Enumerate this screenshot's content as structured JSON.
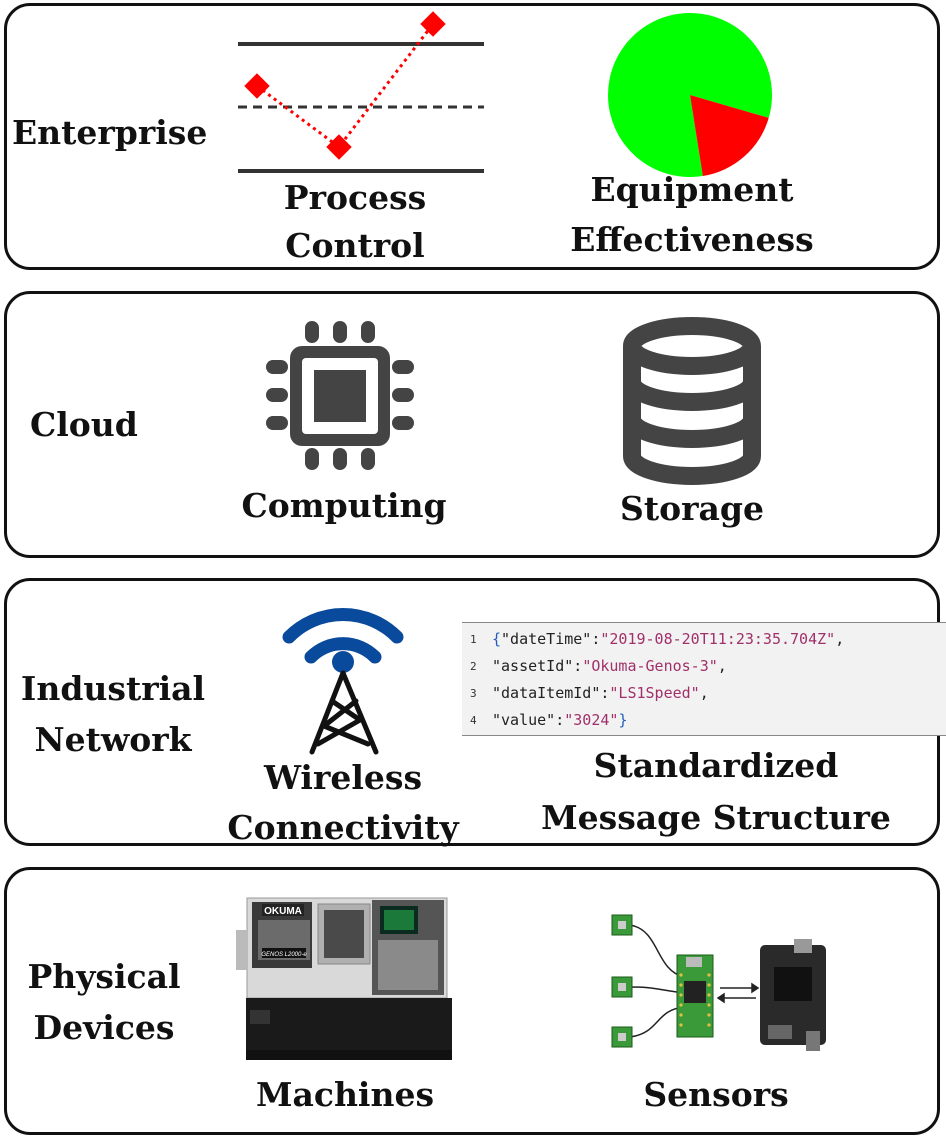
{
  "layers": [
    {
      "label_lines": [
        "Enterprise"
      ],
      "items": [
        {
          "label_lines": [
            "Process",
            "Control"
          ]
        },
        {
          "label_lines": [
            "Equipment",
            "Effectiveness"
          ]
        }
      ]
    },
    {
      "label_lines": [
        "Cloud"
      ],
      "items": [
        {
          "label_lines": [
            "Computing"
          ]
        },
        {
          "label_lines": [
            "Storage"
          ]
        }
      ]
    },
    {
      "label_lines": [
        "Industrial",
        "Network"
      ],
      "items": [
        {
          "label_lines": [
            "Wireless",
            "Connectivity"
          ]
        },
        {
          "label_lines": [
            "Standardized",
            "Message Structure"
          ]
        }
      ]
    },
    {
      "label_lines": [
        "Physical",
        "Devices"
      ],
      "items": [
        {
          "label_lines": [
            "Machines"
          ]
        },
        {
          "label_lines": [
            "Sensors"
          ]
        }
      ]
    }
  ],
  "equipment_effectiveness_pie": [
    {
      "fraction": 0.82,
      "color": "#00ff00"
    },
    {
      "fraction": 0.18,
      "color": "#ff0000"
    }
  ],
  "message_code": {
    "lines": [
      {
        "num": "1",
        "segments": [
          {
            "text": "{",
            "color": "#1f5fbf"
          },
          {
            "text": "\"dateTime\"",
            "color": "#222222"
          },
          {
            "text": ":",
            "color": "#222222"
          },
          {
            "text": "\"2019-08-20T11:23:35.704Z\"",
            "color": "#a0306a"
          },
          {
            "text": ",",
            "color": "#222222"
          }
        ]
      },
      {
        "num": "2",
        "segments": [
          {
            "text": "\"assetId\"",
            "color": "#222222"
          },
          {
            "text": ":",
            "color": "#222222"
          },
          {
            "text": "\"Okuma-Genos-3\"",
            "color": "#a0306a"
          },
          {
            "text": ",",
            "color": "#222222"
          }
        ]
      },
      {
        "num": "3",
        "segments": [
          {
            "text": "\"dataItemId\"",
            "color": "#222222"
          },
          {
            "text": ":",
            "color": "#222222"
          },
          {
            "text": "\"LS1Speed\"",
            "color": "#a0306a"
          },
          {
            "text": ",",
            "color": "#222222"
          }
        ]
      },
      {
        "num": "4",
        "segments": [
          {
            "text": "\"value\"",
            "color": "#222222"
          },
          {
            "text": ":",
            "color": "#222222"
          },
          {
            "text": "\"3024\"",
            "color": "#a0306a"
          },
          {
            "text": "}",
            "color": "#1f5fbf"
          }
        ]
      }
    ]
  },
  "machine_badge": {
    "brand": "OKUMA",
    "model": "GENOS L2000-e"
  },
  "colors": {
    "wifi_blue": "#0a4a9c",
    "icon_gray": "#444444",
    "marker_red": "#ff0000",
    "board_green": "#3a9a3a"
  }
}
